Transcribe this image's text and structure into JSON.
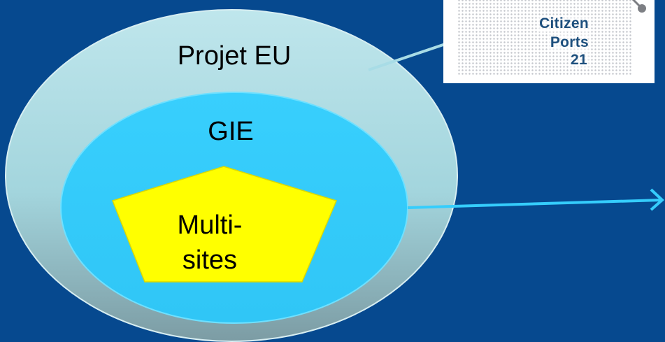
{
  "diagram": {
    "outer_label": "Projet EU",
    "middle_label": "GIE",
    "inner_label": "Multi-\nsites"
  },
  "logo": {
    "line1": "Citizen",
    "line2": "Ports",
    "line3": "21"
  },
  "colors": {
    "background": "#06498f",
    "outer_ellipse": "#a9dbe3",
    "middle_ellipse": "#35cdfc",
    "pentagon": "#ffff00",
    "arrow_light": "#a8dce6",
    "arrow_blue": "#35cdfc"
  }
}
